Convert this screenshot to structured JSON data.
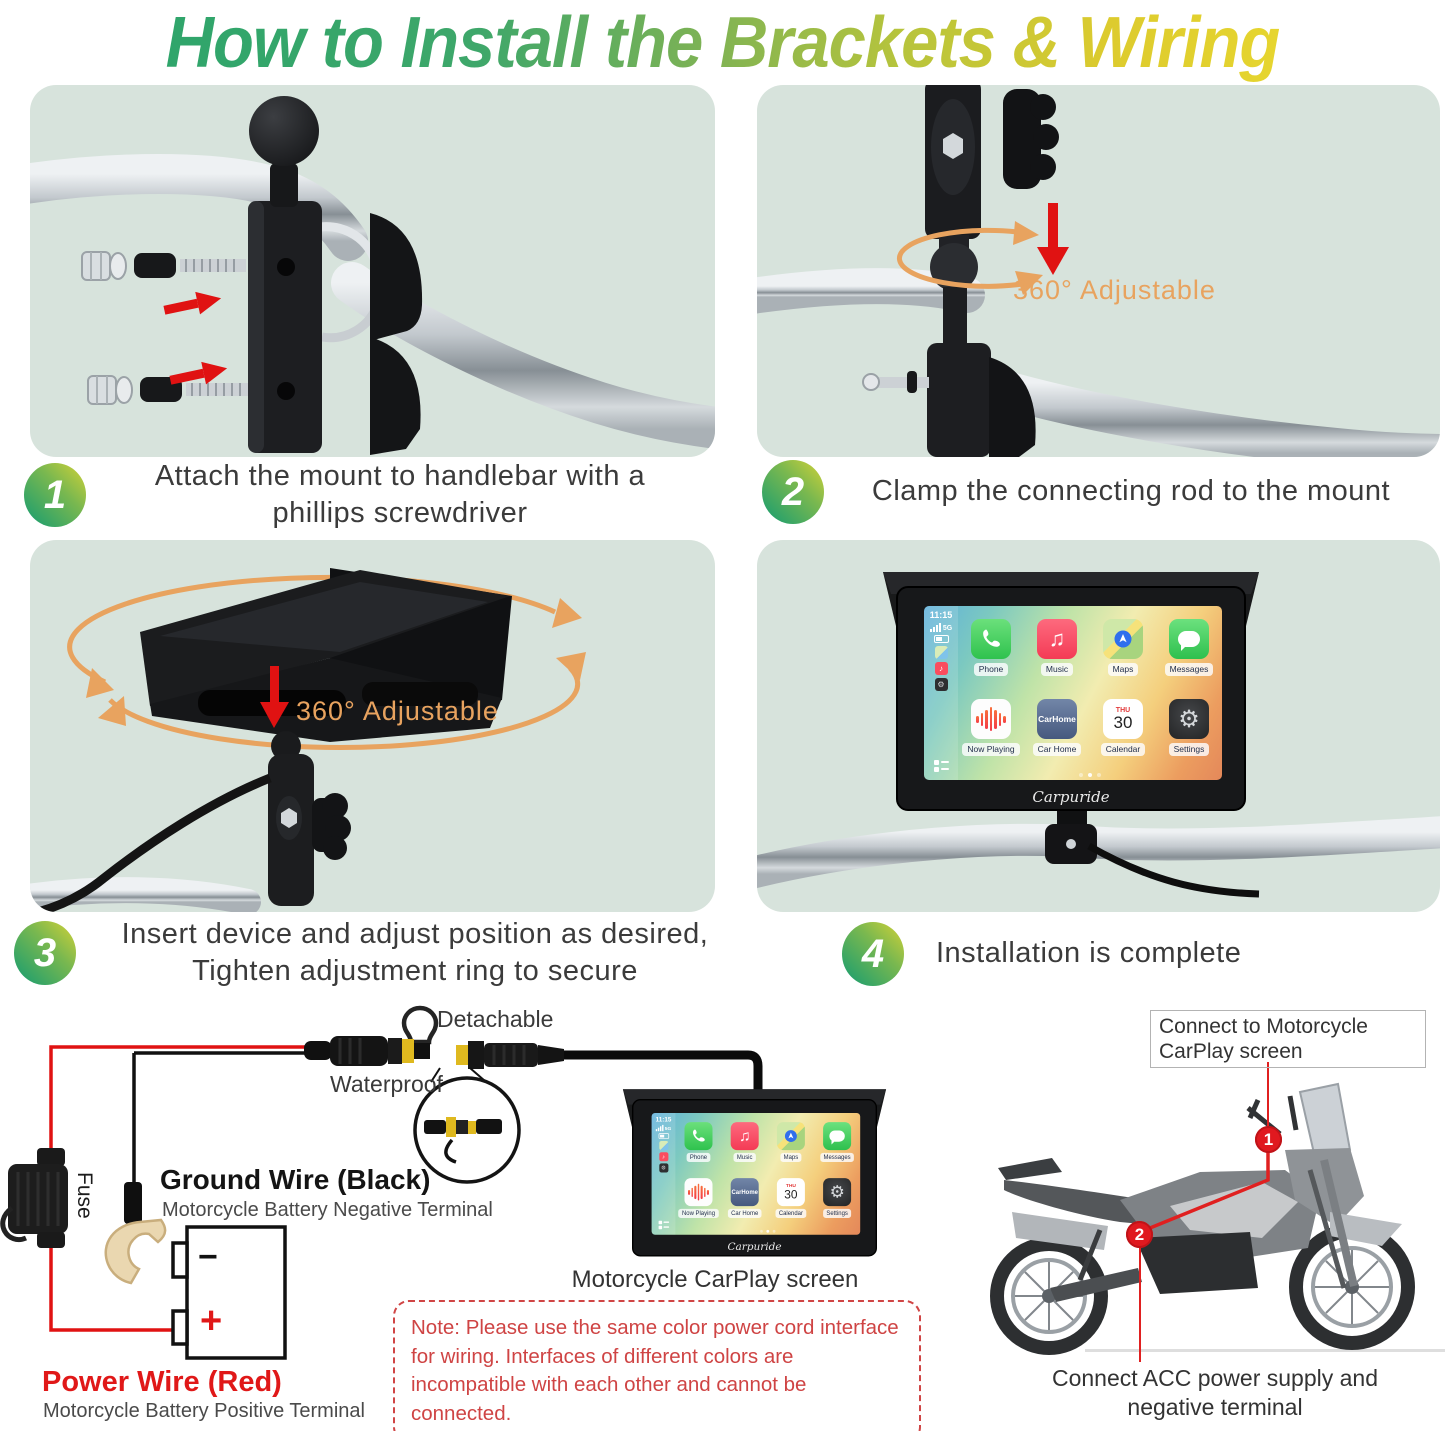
{
  "title": "How to Install the Brackets & Wiring",
  "steps": [
    {
      "num": "1",
      "text": "Attach the mount to handlebar with a\nphillips screwdriver"
    },
    {
      "num": "2",
      "text": "Clamp the connecting rod to the mount"
    },
    {
      "num": "3",
      "text": "Insert device and adjust  position as desired,\nTighten adjustment ring  to secure"
    },
    {
      "num": "4",
      "text": "Installation is complete"
    }
  ],
  "panels": {
    "adjustable": "360° Adjustable"
  },
  "carplay": {
    "brand": "Carpuride",
    "time": "11:15",
    "network": "5G",
    "carhome_text": "CarHome",
    "calendar_day_name": "THU",
    "calendar_day": "30",
    "apps": [
      {
        "name": "phone",
        "label": "Phone"
      },
      {
        "name": "music",
        "label": "Music"
      },
      {
        "name": "maps",
        "label": "Maps"
      },
      {
        "name": "messages",
        "label": "Messages"
      },
      {
        "name": "now-playing",
        "label": "Now Playing"
      },
      {
        "name": "car-home",
        "label": "Car Home"
      },
      {
        "name": "calendar",
        "label": "Calendar"
      },
      {
        "name": "settings",
        "label": "Settings"
      }
    ]
  },
  "wiring": {
    "detachable_label": "Detachable",
    "waterproof_label": "Waterproof",
    "fuse_label": "Fuse",
    "ground_wire_title": "Ground Wire (Black)",
    "ground_wire_sub": "Motorcycle Battery Negative Terminal",
    "power_wire_title": "Power Wire (Red)",
    "power_wire_sub": "Motorcycle Battery Positive Terminal",
    "battery_minus": "−",
    "battery_plus": "+",
    "screen_label": "Motorcycle CarPlay screen",
    "note_text": "Note: Please use the same color power cord interface for wiring. Interfaces of different colors are incompatible with each other and cannot be connected.",
    "connect_screen_label": "Connect to Motorcycle CarPlay screen",
    "connect_acc_label": "Connect ACC power supply and negative terminal",
    "badge_1": "1",
    "badge_2": "2"
  },
  "colors": {
    "accent_orange": "#e8a35f",
    "arrow_red": "#e01212",
    "note_red": "#cf4444",
    "panel_bg": "#d7e3dc",
    "wire_red": "#e01212",
    "wire_black": "#111111",
    "connector_yellow": "#dfb91f",
    "badge_red": "#e0191f",
    "title_gradient_start": "#2fa56b",
    "title_gradient_end": "#e6d52f"
  }
}
